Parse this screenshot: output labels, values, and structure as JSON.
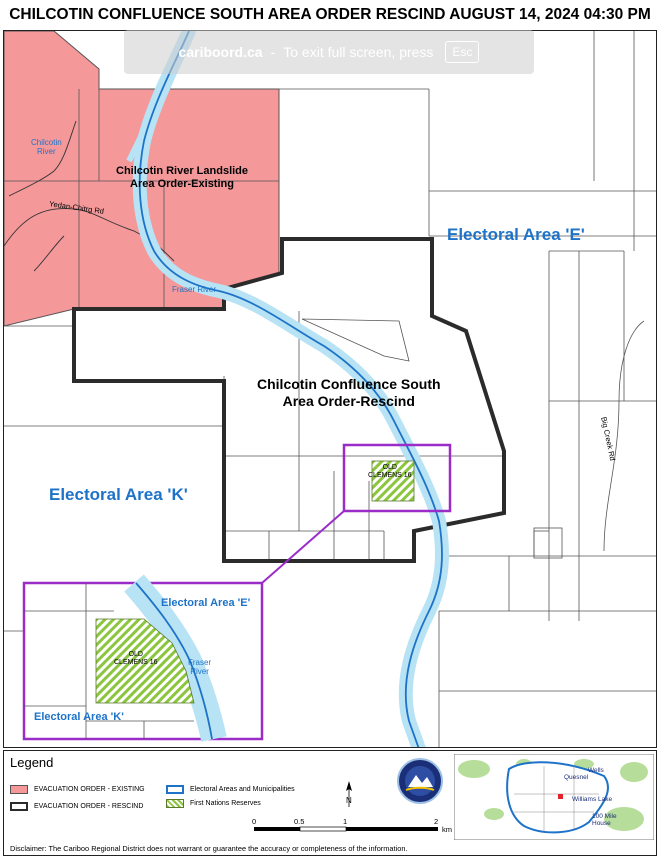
{
  "title": "CHILCOTIN CONFLUENCE SOUTH AREA ORDER RESCIND AUGUST 14, 2024 04:30 PM",
  "fullscreen_banner": {
    "host": "cariboord.ca",
    "separator": "-",
    "message": "To exit full screen, press",
    "key": "Esc"
  },
  "map_labels": {
    "electoral_e": "Electoral Area 'E'",
    "electoral_k": "Electoral Area 'K'",
    "landslide_line1": "Chilcotin River Landslide",
    "landslide_line2": "Area Order-Existing",
    "rescind_line1": "Chilcotin Confluence South",
    "rescind_line2": "Area Order-Rescind",
    "chilcotin_river_line1": "Chilcotin",
    "chilcotin_river_line2": "River",
    "fraser_river": "Fraser River",
    "yedan_road": "Yedan-Chitrg Rd",
    "creek_road": "Big Creek Rd",
    "reserve_line1": "OLD",
    "reserve_line2": "CLEMENS 16"
  },
  "inset_labels": {
    "electoral_e": "Electoral Area 'E'",
    "electoral_k": "Electoral Area 'K'",
    "reserve_line1": "OLD",
    "reserve_line2": "CLEMENS 16",
    "fraser_line1": "Fraser",
    "fraser_line2": "River"
  },
  "legend": {
    "title": "Legend",
    "items": {
      "existing": "EVACUATION ORDER - EXISTING",
      "rescind": "EVACUATION ORDER - RESCIND",
      "electoral": "Electoral Areas and Municipalities",
      "reserves": "First Nations Reserves"
    },
    "north": "N",
    "scale": {
      "ticks": [
        "0",
        "0.5",
        "1",
        "2"
      ],
      "unit": "km"
    },
    "locator_labels": {
      "wells": "Wells",
      "quesnel": "Quesnel",
      "williams_lake": "Williams Lake",
      "mile_100": "100 Mile House"
    }
  },
  "disclaimer": "Disclaimer: The Cariboo Regional District does not warrant or guarantee the accuracy or completeness of the information.",
  "colors": {
    "existing_fill": "#f4989a",
    "rescind_outline": "#2b2b2b",
    "river": "#1e73c8",
    "river_buffer": "#b8e3f5",
    "inset_frame": "#9a2cc8",
    "reserve_hatch": "#8cc63f",
    "area_label": "#1e73c8"
  }
}
